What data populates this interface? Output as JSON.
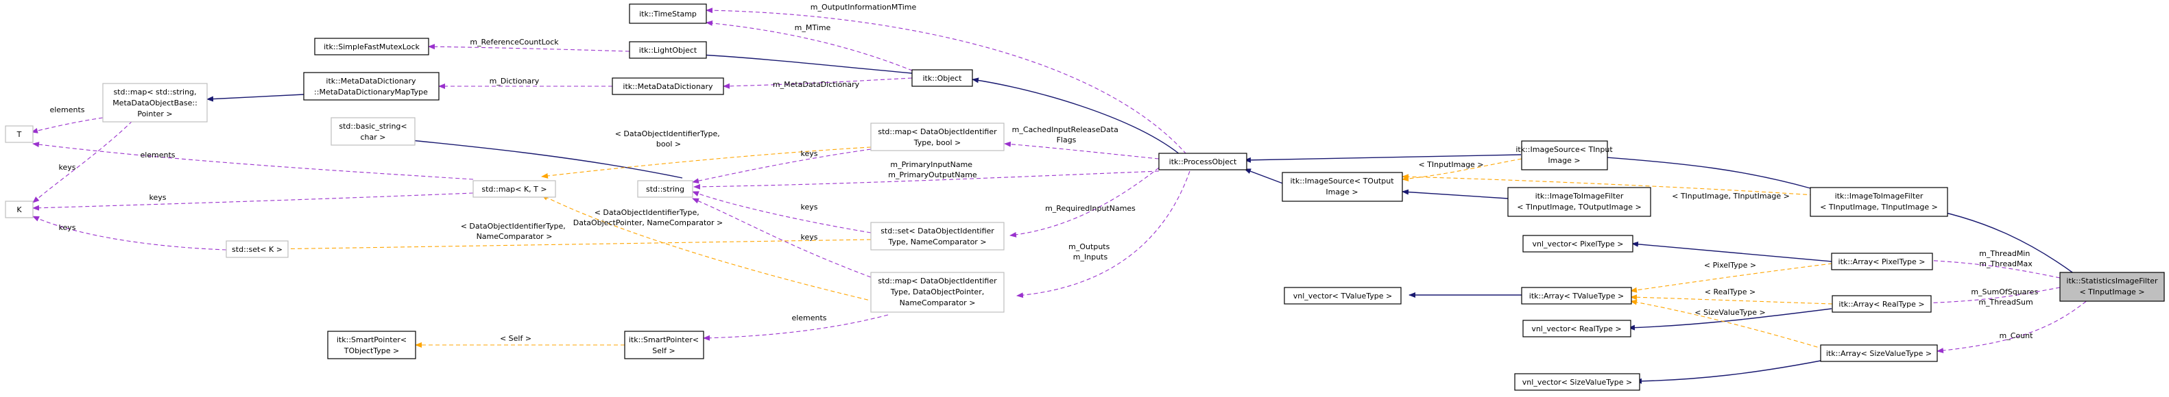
{
  "diagram": {
    "nodes": [
      {
        "id": "timestamp",
        "lines": [
          "itk::TimeStamp"
        ],
        "style": "normal"
      },
      {
        "id": "sfml",
        "lines": [
          "itk::SimpleFastMutexLock"
        ],
        "style": "normal"
      },
      {
        "id": "lightobj",
        "lines": [
          "itk::LightObject"
        ],
        "style": "normal"
      },
      {
        "id": "object",
        "lines": [
          "itk::Object"
        ],
        "style": "normal"
      },
      {
        "id": "mdd_map",
        "lines": [
          "itk::MetaDataDictionary",
          "::MetaDataDictionaryMapType"
        ],
        "style": "normal"
      },
      {
        "id": "mdd",
        "lines": [
          "itk::MetaDataDictionary"
        ],
        "style": "normal"
      },
      {
        "id": "stdmap_meta",
        "lines": [
          "std::map< std::string,",
          "MetaDataObjectBase::",
          "Pointer >"
        ],
        "style": "grey"
      },
      {
        "id": "T",
        "lines": [
          "T"
        ],
        "style": "grey"
      },
      {
        "id": "K",
        "lines": [
          "K"
        ],
        "style": "grey"
      },
      {
        "id": "basic_string",
        "lines": [
          "std::basic_string<",
          "char >"
        ],
        "style": "grey"
      },
      {
        "id": "map_KT",
        "lines": [
          "std::map< K, T >"
        ],
        "style": "grey"
      },
      {
        "id": "string",
        "lines": [
          "std::string"
        ],
        "style": "grey"
      },
      {
        "id": "set_K",
        "lines": [
          "std::set< K >"
        ],
        "style": "grey"
      },
      {
        "id": "map_doid_bool",
        "lines": [
          "std::map< DataObjectIdentifier",
          "Type, bool >"
        ],
        "style": "grey"
      },
      {
        "id": "set_doid",
        "lines": [
          "std::set< DataObjectIdentifier",
          "Type, NameComparator >"
        ],
        "style": "grey"
      },
      {
        "id": "map_doid_ptr",
        "lines": [
          "std::map< DataObjectIdentifier",
          "Type, DataObjectPointer,",
          "NameComparator >"
        ],
        "style": "grey"
      },
      {
        "id": "sp_T",
        "lines": [
          "itk::SmartPointer<",
          "TObjectType >"
        ],
        "style": "normal"
      },
      {
        "id": "sp_self",
        "lines": [
          "itk::SmartPointer<",
          "Self >"
        ],
        "style": "normal"
      },
      {
        "id": "procobj",
        "lines": [
          "itk::ProcessObject"
        ],
        "style": "normal"
      },
      {
        "id": "imgsrc_in",
        "lines": [
          "itk::ImageSource< TInput",
          "Image >"
        ],
        "style": "normal"
      },
      {
        "id": "imgsrc_out",
        "lines": [
          "itk::ImageSource< TOutput",
          "Image >"
        ],
        "style": "normal"
      },
      {
        "id": "i2i_io",
        "lines": [
          "itk::ImageToImageFilter",
          "< TInputImage, TOutputImage >"
        ],
        "style": "normal"
      },
      {
        "id": "i2i_ii",
        "lines": [
          "itk::ImageToImageFilter",
          "< TInputImage, TInputImage >"
        ],
        "style": "normal"
      },
      {
        "id": "vnl_pixel",
        "lines": [
          "vnl_vector< PixelType >"
        ],
        "style": "normal"
      },
      {
        "id": "arr_pixel",
        "lines": [
          "itk::Array< PixelType >"
        ],
        "style": "normal"
      },
      {
        "id": "vnl_tvalue",
        "lines": [
          "vnl_vector< TValueType >"
        ],
        "style": "normal"
      },
      {
        "id": "arr_tvalue",
        "lines": [
          "itk::Array< TValueType >"
        ],
        "style": "normal"
      },
      {
        "id": "arr_real",
        "lines": [
          "itk::Array< RealType >"
        ],
        "style": "normal"
      },
      {
        "id": "vnl_real",
        "lines": [
          "vnl_vector< RealType >"
        ],
        "style": "normal"
      },
      {
        "id": "arr_size",
        "lines": [
          "itk::Array< SizeValueType >"
        ],
        "style": "normal"
      },
      {
        "id": "vnl_size",
        "lines": [
          "vnl_vector< SizeValueType >"
        ],
        "style": "normal"
      },
      {
        "id": "stats",
        "lines": [
          "itk::StatisticsImageFilter",
          "< TInputImage >"
        ],
        "style": "focus"
      }
    ],
    "edge_labels": [
      {
        "id": "lbl_output_mtime",
        "lines": [
          "m_OutputInformationMTime"
        ]
      },
      {
        "id": "lbl_mtime",
        "lines": [
          "m_MTime"
        ]
      },
      {
        "id": "lbl_refcount",
        "lines": [
          "m_ReferenceCountLock"
        ]
      },
      {
        "id": "lbl_dictionary",
        "lines": [
          "m_Dictionary"
        ]
      },
      {
        "id": "lbl_metadict",
        "lines": [
          "m_MetaDataDictionary"
        ]
      },
      {
        "id": "lbl_elements_T",
        "lines": [
          "elements"
        ]
      },
      {
        "id": "lbl_keys_K",
        "lines": [
          "keys"
        ]
      },
      {
        "id": "lbl_elements_mapKT",
        "lines": [
          "elements"
        ]
      },
      {
        "id": "lbl_keys_mapKT",
        "lines": [
          "keys"
        ]
      },
      {
        "id": "lbl_keys_setK",
        "lines": [
          "keys"
        ]
      },
      {
        "id": "lbl_doid_bool",
        "lines": [
          "< DataObjectIdentifierType,",
          "bool >"
        ]
      },
      {
        "id": "lbl_doid_ptr",
        "lines": [
          "< DataObjectIdentifierType,",
          "DataObjectPointer, NameComparator >"
        ]
      },
      {
        "id": "lbl_doid_setk",
        "lines": [
          "< DataObjectIdentifierType,",
          "NameComparator >"
        ]
      },
      {
        "id": "lbl_keys_bool",
        "lines": [
          "keys"
        ]
      },
      {
        "id": "lbl_keys_set",
        "lines": [
          "keys"
        ]
      },
      {
        "id": "lbl_keys_ptr",
        "lines": [
          "keys"
        ]
      },
      {
        "id": "lbl_cached",
        "lines": [
          "m_CachedInputReleaseData",
          "Flags"
        ]
      },
      {
        "id": "lbl_primary",
        "lines": [
          "m_PrimaryInputName",
          "m_PrimaryOutputName"
        ]
      },
      {
        "id": "lbl_required",
        "lines": [
          "m_RequiredInputNames"
        ]
      },
      {
        "id": "lbl_outputs",
        "lines": [
          "m_Outputs",
          "m_Inputs"
        ]
      },
      {
        "id": "lbl_elements_sp",
        "lines": [
          "elements"
        ]
      },
      {
        "id": "lbl_self",
        "lines": [
          "< Self >"
        ]
      },
      {
        "id": "lbl_tinputimage",
        "lines": [
          "< TInputImage >"
        ]
      },
      {
        "id": "lbl_tin_tin",
        "lines": [
          "< TInputImage, TInputImage >"
        ]
      },
      {
        "id": "lbl_thread_minmax",
        "lines": [
          "m_ThreadMin",
          "m_ThreadMax"
        ]
      },
      {
        "id": "lbl_sumsq",
        "lines": [
          "m_SumOfSquares",
          "m_ThreadSum"
        ]
      },
      {
        "id": "lbl_count",
        "lines": [
          "m_Count"
        ]
      },
      {
        "id": "lbl_pixeltype",
        "lines": [
          "< PixelType >"
        ]
      },
      {
        "id": "lbl_realtype",
        "lines": [
          "< RealType >"
        ]
      },
      {
        "id": "lbl_sizevaluetype",
        "lines": [
          "< SizeValueType >"
        ]
      }
    ],
    "colors": {
      "inheritance": "#191970",
      "usage": "#9a32cd",
      "template": "#ffa500",
      "focus_fill": "#bfbfbf",
      "grey_border": "#bfbfbf"
    }
  }
}
